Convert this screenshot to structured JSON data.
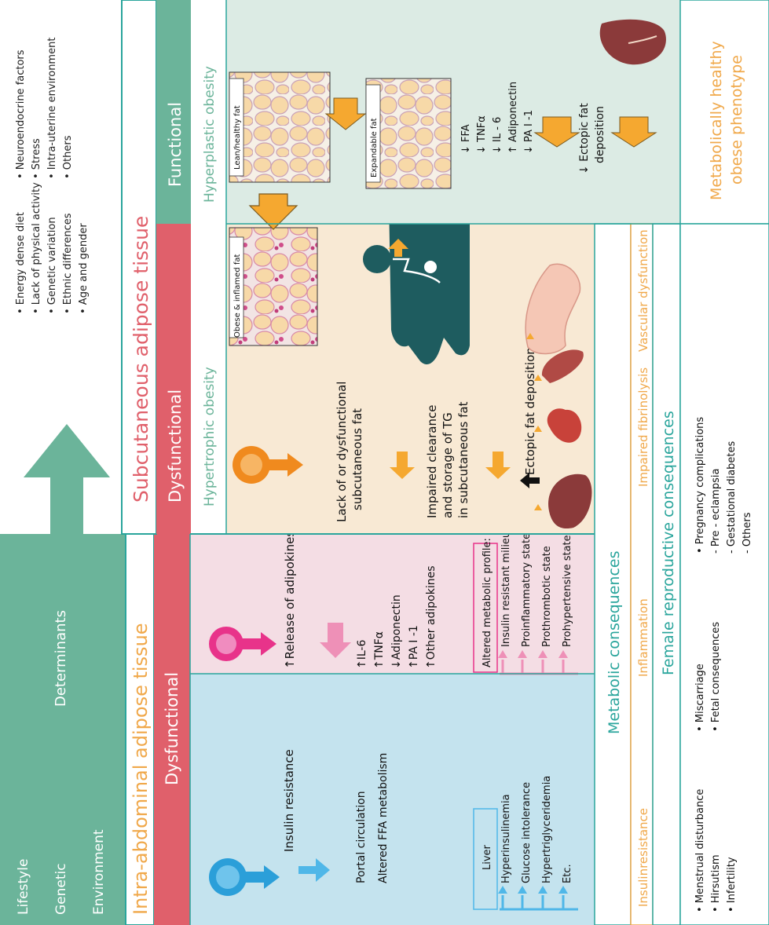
{
  "determinants": {
    "bar_labels": [
      "Lifestyle",
      "Genetic",
      "Environment"
    ],
    "title": "Determinants",
    "list_a": [
      "• Energy dense diet",
      "• Lack of physical activity",
      "• Genetic variation",
      "• Ethnic differences",
      "• Age and gender"
    ],
    "list_b": [
      "• Neuroendocrine factors",
      "• Stress",
      "• Intra-uterine environment",
      "• Others"
    ]
  },
  "headers": {
    "intra_abdominal": "Intra-abdominal adipose tissue",
    "subcutaneous": "Subcutaneous adipose tissue",
    "dysfunctional_left": "Dysfunctional",
    "dysfunctional_right": "Dysfunctional",
    "functional": "Functional",
    "hypertrophic": "Hypertrophic obesity",
    "hyperplastic": "Hyperplastic obesity"
  },
  "blue_panel": {
    "insulin_resistance": "Insulin resistance",
    "portal": "Portal circulation",
    "altered_ffa": "Altered FFA metabolism",
    "liver_title": "Liver",
    "liver_items": [
      "Hyperinsulinemia",
      "Glucose intolerance",
      "Hypertriglyceridemia",
      "Etc."
    ]
  },
  "pink_panel": {
    "release": "↑Release of adipokines",
    "adipokines": [
      "↑IL-6",
      "↑TNFα",
      "↓Adiponectin",
      "↑PA I -1",
      "↑Other adipokines"
    ],
    "profile_title": "Altered metabolic profile:",
    "profile_items": [
      "Insulin resistant milieu",
      "Proinflammatory state",
      "Prothrombotic state",
      "Prohypertensive state"
    ]
  },
  "tan_panel": {
    "obese_label": "Obese & inflamed fat",
    "lack_line1": "Lack of or dysfunctional",
    "lack_line2": "subcutaneous fat",
    "impaired_line1": "Impaired clearance",
    "impaired_line2": "and storage of TG",
    "impaired_line3": "in subcutaneous fat",
    "ectopic": "Ectopic fat deposition"
  },
  "green_panel": {
    "lean_label": "Lean/healthy fat",
    "expandable_label": "Expandable fat",
    "markers": [
      "↓ FFA",
      "↓ TNFα",
      "↓ IL - 6",
      "↑ Adiponectin",
      "↓ PA I -1"
    ],
    "ectopic_line1": "↓ Ectopic fat",
    "ectopic_line2": "deposition",
    "phenotype_line1": "Metabolically healthy",
    "phenotype_line2": "obese phenotype"
  },
  "consequences": {
    "metabolic_title": "Metabolic consequences",
    "metabolic_items": [
      "Insulinresistance",
      "Inflammation",
      "Impaired fibrinolysis",
      "Vascular dysfunction"
    ],
    "reproductive_title": "Female reproductive consequences",
    "reproductive_col1": [
      "• Menstrual disturbance",
      "• Hirsutism",
      "• Infertility"
    ],
    "reproductive_col2": [
      "• Miscarriage",
      "• Fetal consequences"
    ],
    "reproductive_col3": [
      "• Pregnancy complications",
      "- Pre - eclampsia",
      "- Gestational  diabetes",
      "- Others"
    ]
  },
  "colors": {
    "teal_header": "#6bb49a",
    "red_header": "#e0606b",
    "blue_panel": "#c4e3ee",
    "pink_panel": "#f4dde4",
    "tan_panel": "#f8e9d4",
    "green_panel": "#dcebe4",
    "orange_text": "#f0a84a",
    "teal_text": "#2aa59c",
    "border_teal": "#2aa59c",
    "body_dark": "#1e5c5f"
  }
}
